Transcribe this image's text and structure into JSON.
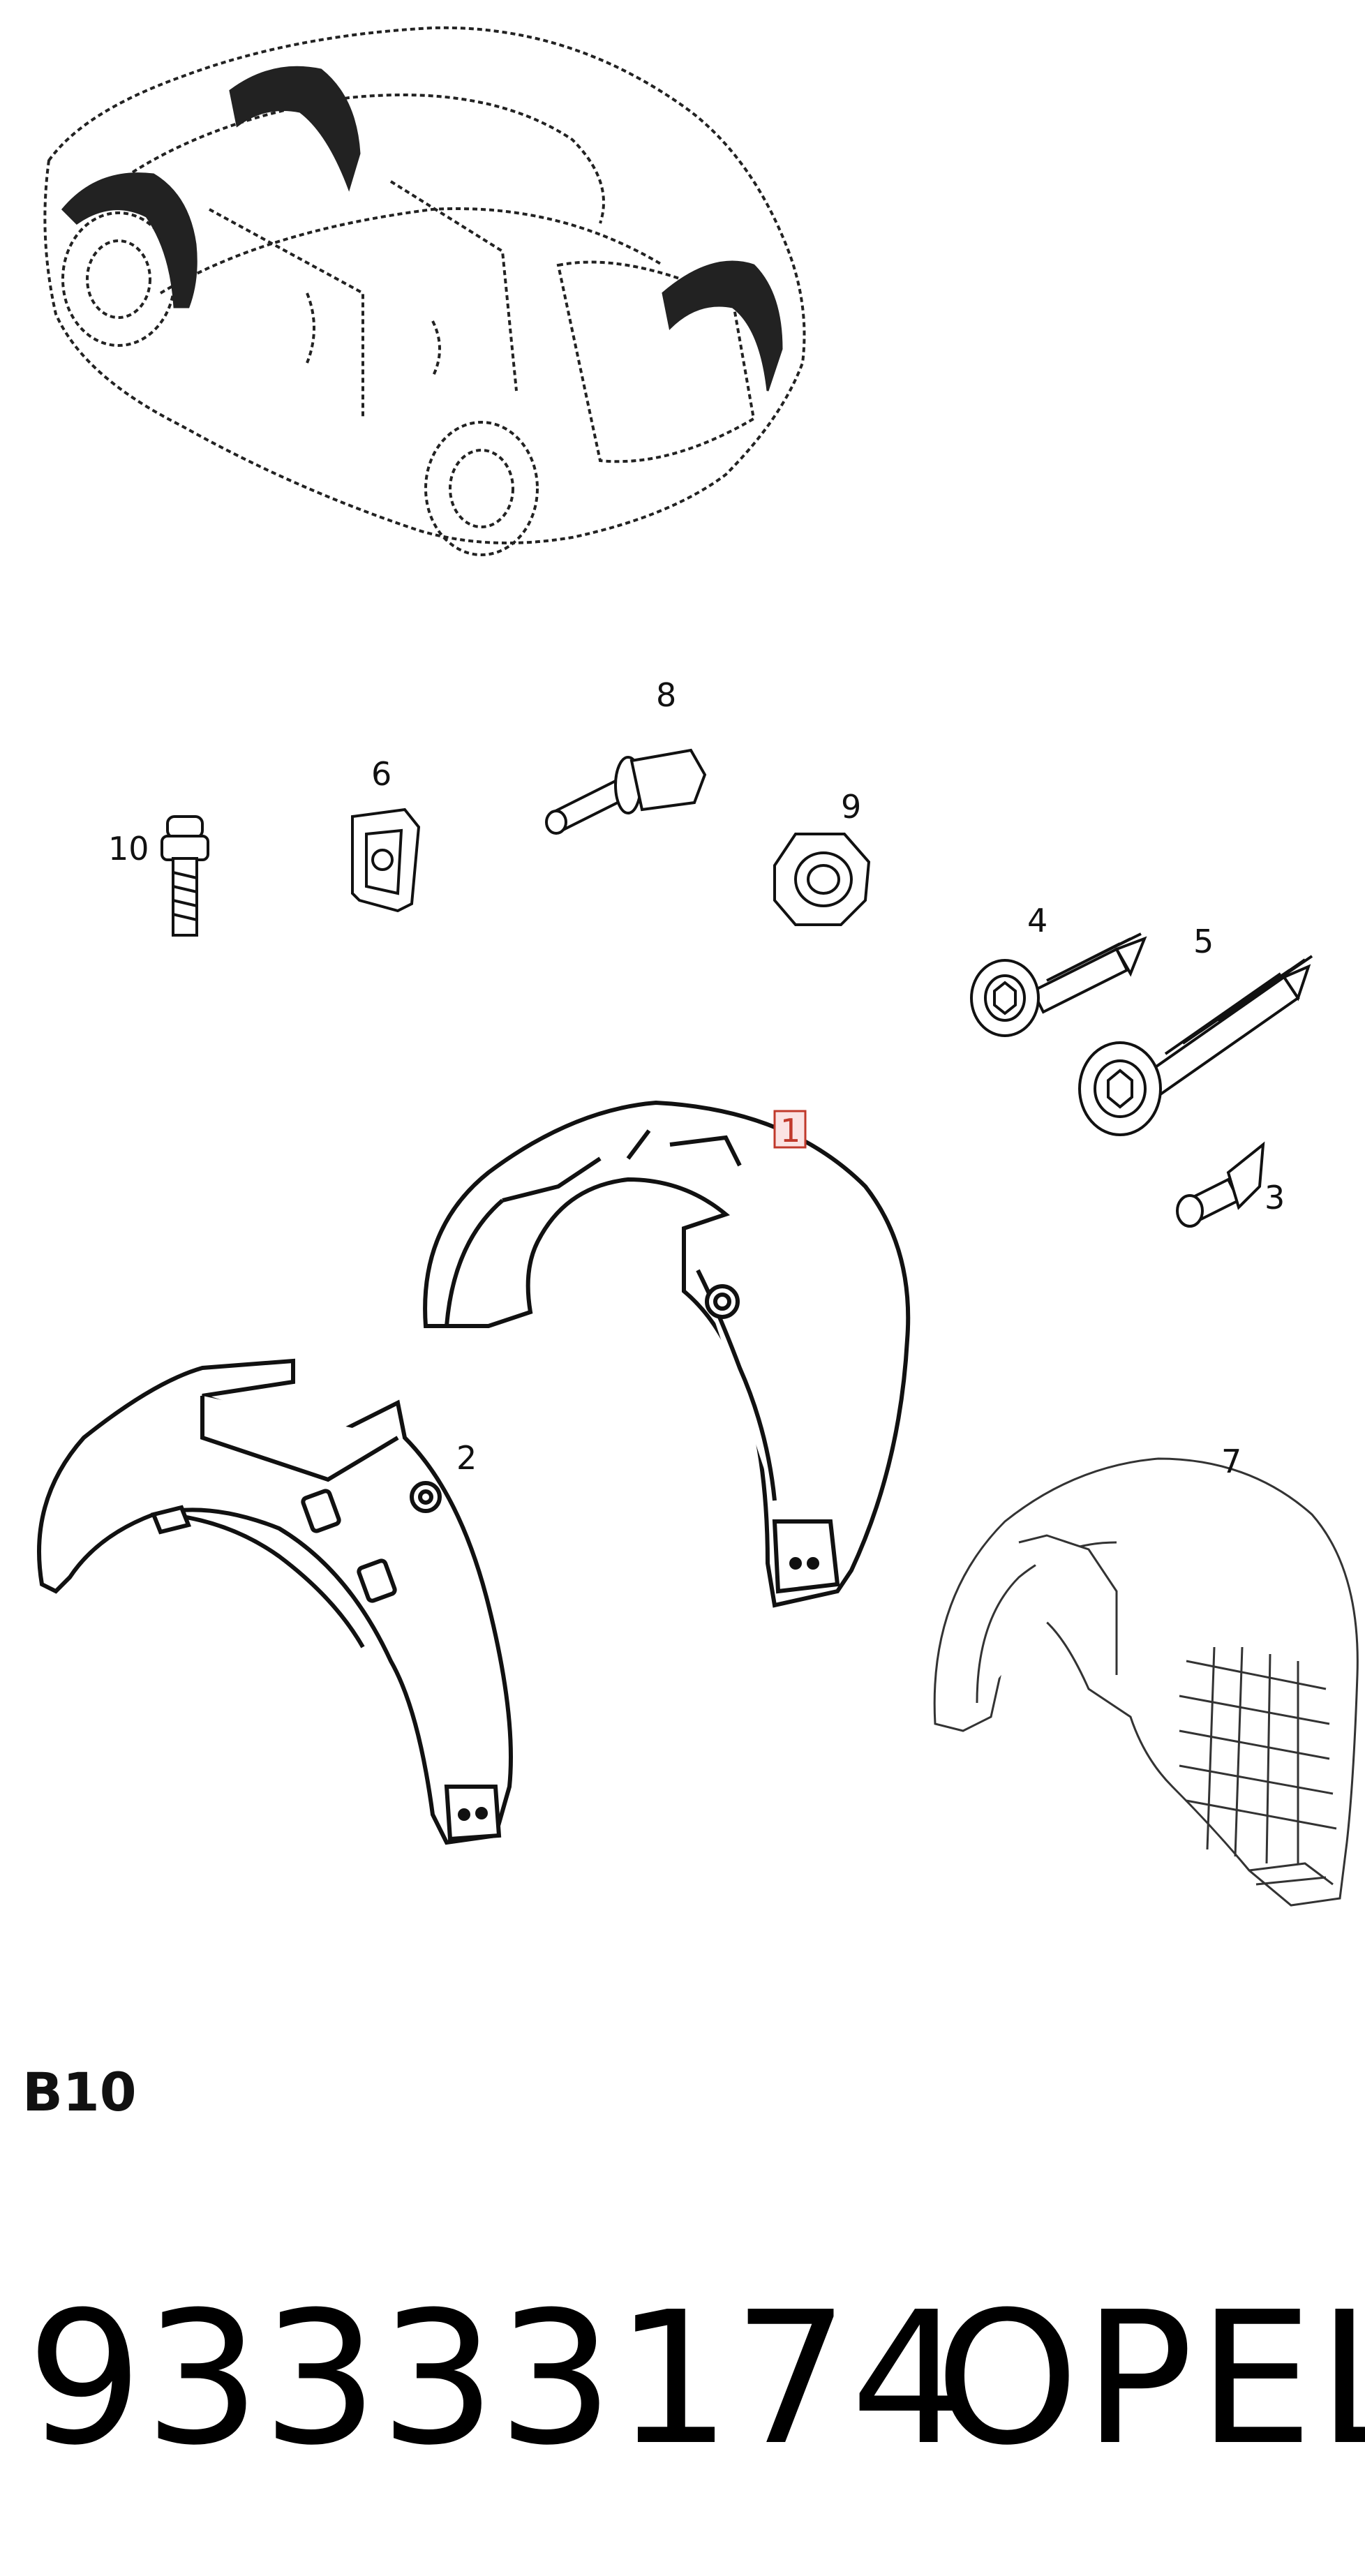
{
  "diagram": {
    "callouts": [
      {
        "id": "1",
        "label": "1",
        "highlighted": true
      },
      {
        "id": "2",
        "label": "2"
      },
      {
        "id": "3",
        "label": "3"
      },
      {
        "id": "4",
        "label": "4"
      },
      {
        "id": "5",
        "label": "5"
      },
      {
        "id": "6",
        "label": "6"
      },
      {
        "id": "7",
        "label": "7"
      },
      {
        "id": "8",
        "label": "8"
      },
      {
        "id": "9",
        "label": "9"
      },
      {
        "id": "10",
        "label": "10"
      }
    ],
    "highlight_color": "#c0392b",
    "line_color": "#111111"
  },
  "section_code": "B10",
  "part_number": "93333174",
  "brand": "OPEL"
}
